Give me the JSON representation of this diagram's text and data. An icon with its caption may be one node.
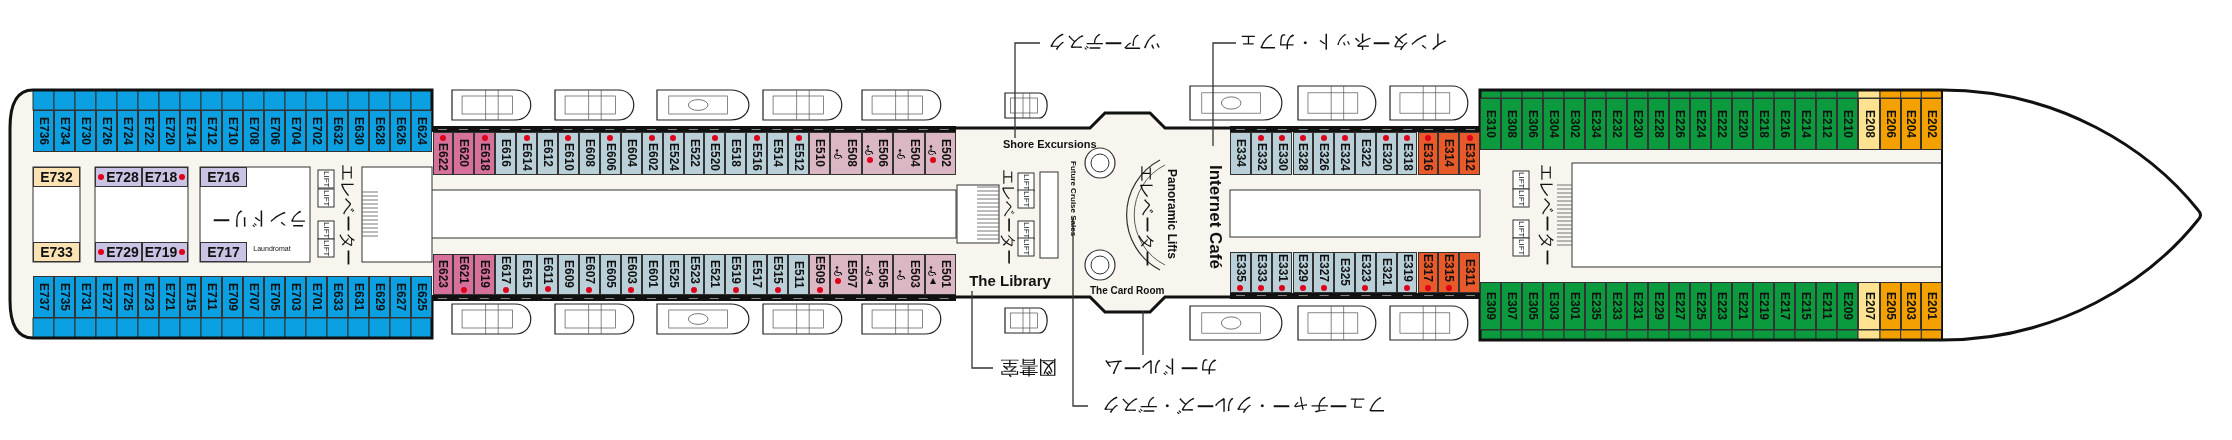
{
  "diagram": {
    "nodes": [
      {
        "text": [
          "ツアーデスク"
        ]
      },
      {
        "text": [
          "インターネット・カフェ"
        ]
      },
      {
        "text": [
          "E736"
        ]
      },
      {
        "text": [
          "E734"
        ]
      },
      {
        "text": [
          "E730"
        ]
      },
      {
        "text": [
          "E726"
        ]
      },
      {
        "text": [
          "E724"
        ]
      },
      {
        "text": [
          "E722"
        ]
      },
      {
        "text": [
          "E720"
        ]
      },
      {
        "text": [
          "E714"
        ]
      },
      {
        "text": [
          "E712"
        ]
      },
      {
        "text": [
          "E710"
        ]
      },
      {
        "text": [
          "E708"
        ]
      },
      {
        "text": [
          "E706"
        ]
      },
      {
        "text": [
          "E704"
        ]
      },
      {
        "text": [
          "E702"
        ]
      },
      {
        "text": [
          "E632"
        ]
      },
      {
        "text": [
          "E630"
        ]
      },
      {
        "text": [
          "E628"
        ]
      },
      {
        "text": [
          "E626"
        ]
      },
      {
        "text": [
          "E624"
        ]
      },
      {
        "text": [
          "E622"
        ]
      },
      {
        "text": [
          "E620"
        ]
      },
      {
        "text": [
          "E618"
        ]
      },
      {
        "text": [
          "E616"
        ]
      },
      {
        "text": [
          "E614"
        ]
      },
      {
        "text": [
          "E612"
        ]
      },
      {
        "text": [
          "E610"
        ]
      },
      {
        "text": [
          "E608"
        ]
      },
      {
        "text": [
          "E606"
        ]
      },
      {
        "text": [
          "E604"
        ]
      },
      {
        "text": [
          "E602"
        ]
      },
      {
        "text": [
          "E524"
        ]
      },
      {
        "text": [
          "E522"
        ]
      },
      {
        "text": [
          "E520"
        ]
      },
      {
        "text": [
          "E518"
        ]
      },
      {
        "text": [
          "E516"
        ]
      },
      {
        "text": [
          "E514"
        ]
      },
      {
        "text": [
          "E512"
        ]
      },
      {
        "text": [
          "E510"
        ]
      },
      {
        "text": [
          "E508"
        ]
      },
      {
        "text": [
          "E506"
        ]
      },
      {
        "text": [
          "E504"
        ]
      },
      {
        "text": [
          "E502"
        ]
      },
      {
        "text": [
          "E334"
        ]
      },
      {
        "text": [
          "E332"
        ]
      },
      {
        "text": [
          "E330"
        ]
      },
      {
        "text": [
          "E328"
        ]
      },
      {
        "text": [
          "E326"
        ]
      },
      {
        "text": [
          "E324"
        ]
      },
      {
        "text": [
          "E322"
        ]
      },
      {
        "text": [
          "E320"
        ]
      },
      {
        "text": [
          "E318"
        ]
      },
      {
        "text": [
          "E316"
        ]
      },
      {
        "text": [
          "E314"
        ]
      },
      {
        "text": [
          "E312"
        ]
      },
      {
        "text": [
          "E310"
        ]
      },
      {
        "text": [
          "E308"
        ]
      },
      {
        "text": [
          "E306"
        ]
      },
      {
        "text": [
          "E304"
        ]
      },
      {
        "text": [
          "E302"
        ]
      },
      {
        "text": [
          "E234"
        ]
      },
      {
        "text": [
          "E232"
        ]
      },
      {
        "text": [
          "E230"
        ]
      },
      {
        "text": [
          "E228"
        ]
      },
      {
        "text": [
          "E226"
        ]
      },
      {
        "text": [
          "E224"
        ]
      },
      {
        "text": [
          "E222"
        ]
      },
      {
        "text": [
          "E220"
        ]
      },
      {
        "text": [
          "E218"
        ]
      },
      {
        "text": [
          "E216"
        ]
      },
      {
        "text": [
          "E214"
        ]
      },
      {
        "text": [
          "E212"
        ]
      },
      {
        "text": [
          "E210"
        ]
      },
      {
        "text": [
          "E208"
        ]
      },
      {
        "text": [
          "E206"
        ]
      },
      {
        "text": [
          "E204"
        ]
      },
      {
        "text": [
          "E202"
        ]
      },
      {
        "text": [
          "E732"
        ]
      },
      {
        "text": [
          "E728"
        ]
      },
      {
        "text": [
          "E718"
        ]
      },
      {
        "text": [
          "E716"
        ]
      },
      {
        "text": [
          "E733"
        ]
      },
      {
        "text": [
          "E729"
        ]
      },
      {
        "text": [
          "E719"
        ]
      },
      {
        "text": [
          "E717"
        ]
      },
      {
        "text": [
          "Shore Excursions"
        ]
      },
      {
        "text": [
          "Future Cruise Sales"
        ]
      },
      {
        "text": [
          "Panoramic Lifts"
        ]
      },
      {
        "text": [
          "Internet Café"
        ]
      },
      {
        "text": [
          "The Library"
        ]
      },
      {
        "text": [
          "The Card Room"
        ]
      },
      {
        "text": [
          "E737"
        ]
      },
      {
        "text": [
          "E735"
        ]
      },
      {
        "text": [
          "E731"
        ]
      },
      {
        "text": [
          "E727"
        ]
      },
      {
        "text": [
          "E725"
        ]
      },
      {
        "text": [
          "E723"
        ]
      },
      {
        "text": [
          "E721"
        ]
      },
      {
        "text": [
          "E715"
        ]
      },
      {
        "text": [
          "E711"
        ]
      },
      {
        "text": [
          "E709"
        ]
      },
      {
        "text": [
          "E707"
        ]
      },
      {
        "text": [
          "E705"
        ]
      },
      {
        "text": [
          "E703"
        ]
      },
      {
        "text": [
          "E701"
        ]
      },
      {
        "text": [
          "E633"
        ]
      },
      {
        "text": [
          "E631"
        ]
      },
      {
        "text": [
          "E629"
        ]
      },
      {
        "text": [
          "E627"
        ]
      },
      {
        "text": [
          "E625"
        ]
      },
      {
        "text": [
          "E623"
        ]
      },
      {
        "text": [
          "E621"
        ]
      },
      {
        "text": [
          "E619"
        ]
      },
      {
        "text": [
          "E617"
        ]
      },
      {
        "text": [
          "E615"
        ]
      },
      {
        "text": [
          "E611"
        ]
      },
      {
        "text": [
          "E609"
        ]
      },
      {
        "text": [
          "E607"
        ]
      },
      {
        "text": [
          "E605"
        ]
      },
      {
        "text": [
          "E603"
        ]
      },
      {
        "text": [
          "E601"
        ]
      },
      {
        "text": [
          "E525"
        ]
      },
      {
        "text": [
          "E523"
        ]
      },
      {
        "text": [
          "E521"
        ]
      },
      {
        "text": [
          "E519"
        ]
      },
      {
        "text": [
          "E517"
        ]
      },
      {
        "text": [
          "E515"
        ]
      },
      {
        "text": [
          "E511"
        ]
      },
      {
        "text": [
          "E509"
        ]
      },
      {
        "text": [
          "E507"
        ]
      },
      {
        "text": [
          "E505"
        ]
      },
      {
        "text": [
          "E503"
        ]
      },
      {
        "text": [
          "E501"
        ]
      },
      {
        "text": [
          "E335"
        ]
      },
      {
        "text": [
          "E333"
        ]
      },
      {
        "text": [
          "E331"
        ]
      },
      {
        "text": [
          "E329"
        ]
      },
      {
        "text": [
          "E327"
        ]
      },
      {
        "text": [
          "E325"
        ]
      },
      {
        "text": [
          "E323"
        ]
      },
      {
        "text": [
          "E321"
        ]
      },
      {
        "text": [
          "E319"
        ]
      },
      {
        "text": [
          "E317"
        ]
      },
      {
        "text": [
          "E315"
        ]
      },
      {
        "text": [
          "E311"
        ]
      },
      {
        "text": [
          "E309"
        ]
      },
      {
        "text": [
          "E307"
        ]
      },
      {
        "text": [
          "E305"
        ]
      },
      {
        "text": [
          "E303"
        ]
      },
      {
        "text": [
          "E301"
        ]
      },
      {
        "text": [
          "E235"
        ]
      },
      {
        "text": [
          "E233"
        ]
      },
      {
        "text": [
          "E231"
        ]
      },
      {
        "text": [
          "E229"
        ]
      },
      {
        "text": [
          "E227"
        ]
      },
      {
        "text": [
          "E225"
        ]
      },
      {
        "text": [
          "E223"
        ]
      },
      {
        "text": [
          "E221"
        ]
      },
      {
        "text": [
          "E219"
        ]
      },
      {
        "text": [
          "E217"
        ]
      },
      {
        "text": [
          "E215"
        ]
      },
      {
        "text": [
          "E211"
        ]
      },
      {
        "text": [
          "E209"
        ]
      },
      {
        "text": [
          "E207"
        ]
      },
      {
        "text": [
          "E205"
        ]
      },
      {
        "text": [
          "E203"
        ]
      },
      {
        "text": [
          "E201"
        ]
      },
      {
        "text": [
          "図書室"
        ]
      },
      {
        "text": [
          "カードルーム"
        ]
      },
      {
        "text": [
          "フューチャー・クルーズ・デスク"
        ]
      }
    ],
    "edges": [
      {
        "from": 0,
        "to": 86,
        "arrow": "none"
      },
      {
        "from": 1,
        "to": 89,
        "arrow": "none"
      },
      {
        "from": 168,
        "to": 90,
        "arrow": "none"
      },
      {
        "from": 169,
        "to": 91,
        "arrow": "none"
      },
      {
        "from": 170,
        "to": 87,
        "arrow": "none"
      }
    ],
    "labels": [
      "ランドリー",
      "Laundromat",
      "LIFT",
      "LIFT",
      "LIFT",
      "LIFT",
      "エレベーター",
      "エレベーター",
      "LIFT",
      "LIFT",
      "LIFT",
      "LIFT",
      "エレベーター",
      "LIFT",
      "LIFT",
      "LIFT",
      "LIFT",
      "エレベーター"
    ]
  }
}
